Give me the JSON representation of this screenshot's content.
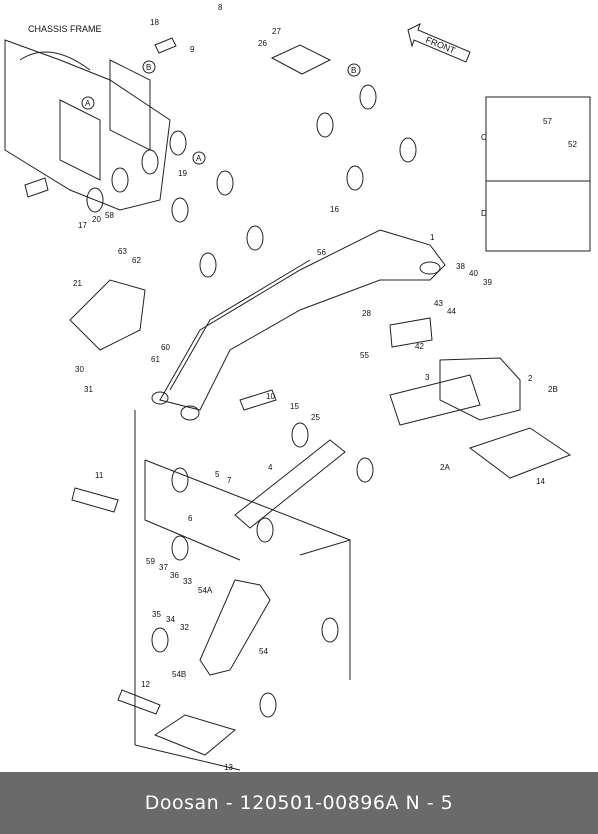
{
  "diagram": {
    "title_label": "CHASSIS FRAME",
    "front_label": "FRONT",
    "section_markers": [
      "A",
      "B",
      "C",
      "D"
    ],
    "part_labels": [
      "1",
      "2",
      "2A",
      "2B",
      "3",
      "4",
      "5",
      "6",
      "7",
      "8",
      "9",
      "10",
      "11",
      "12",
      "13",
      "14",
      "15",
      "16",
      "17",
      "18",
      "19",
      "20",
      "21",
      "25",
      "26",
      "27",
      "28",
      "30",
      "31",
      "32",
      "33",
      "34",
      "35",
      "36",
      "37",
      "38",
      "39",
      "40",
      "42",
      "43",
      "44",
      "52",
      "54",
      "54A",
      "54B",
      "55",
      "56",
      "57",
      "58",
      "59",
      "60",
      "61",
      "62",
      "63"
    ]
  },
  "footer": {
    "text": "Doosan - 120501-00896A     N - 5"
  }
}
